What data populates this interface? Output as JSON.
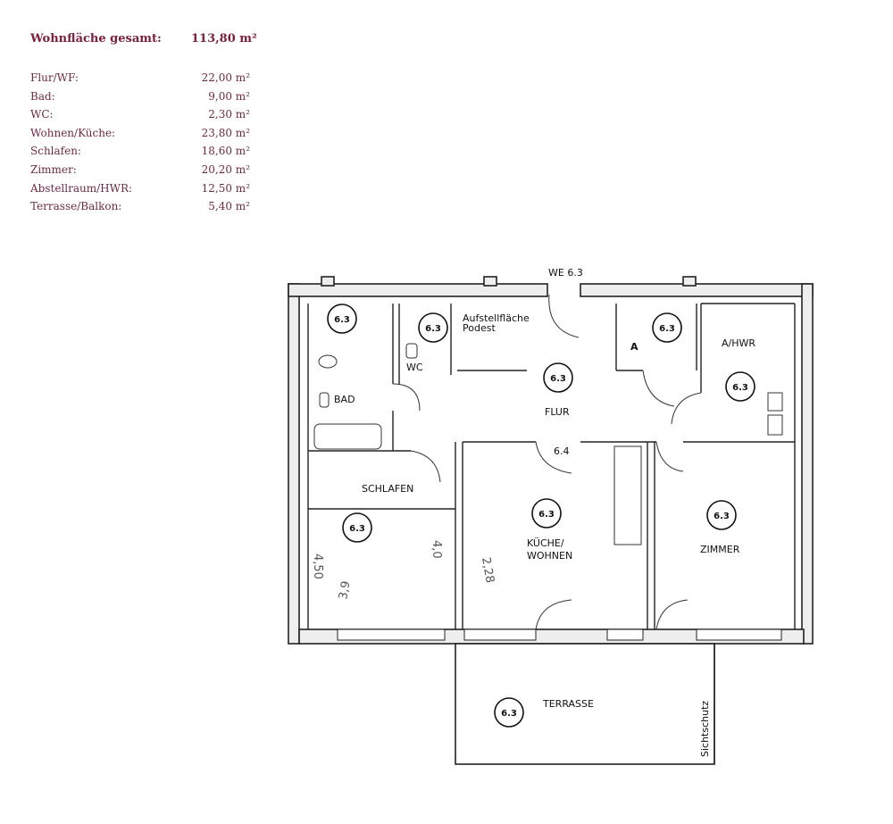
{
  "summary": {
    "total_label": "Wohnfläche gesamt:",
    "total_value": "113,80 m²",
    "rooms": [
      {
        "label": "Flur/WF:",
        "value": "22,00 m²"
      },
      {
        "label": "Bad:",
        "value": "9,00 m²"
      },
      {
        "label": "WC:",
        "value": "2,30 m²"
      },
      {
        "label": "Wohnen/Küche:",
        "value": "23,80 m²"
      },
      {
        "label": "Schlafen:",
        "value": "18,60 m²"
      },
      {
        "label": "Zimmer:",
        "value": "20,20 m²"
      },
      {
        "label": "Abstellraum/HWR:",
        "value": "12,50 m²"
      },
      {
        "label": "Terrasse/Balkon:",
        "value": "5,40 m²"
      }
    ]
  },
  "plan": {
    "entrance": "WE 6.3",
    "unit_tag": "6.3",
    "door_tag": "6.4",
    "aufstell_1": "Aufstellfläche",
    "aufstell_2": "Podest",
    "bad": "BAD",
    "wc": "WC",
    "flur": "FLUR",
    "a": "A",
    "a_hwr": "A/HWR",
    "schlafen": "SCHLAFEN",
    "kueche_1": "KÜCHE/",
    "kueche_2": "WOHNEN",
    "zimmer": "ZIMMER",
    "terrasse": "TERRASSE",
    "sichtschutz": "Sichtschutz",
    "hand_1": "4,50",
    "hand_2": "4,0",
    "hand_3": "3,9",
    "hand_4": "2,28"
  }
}
